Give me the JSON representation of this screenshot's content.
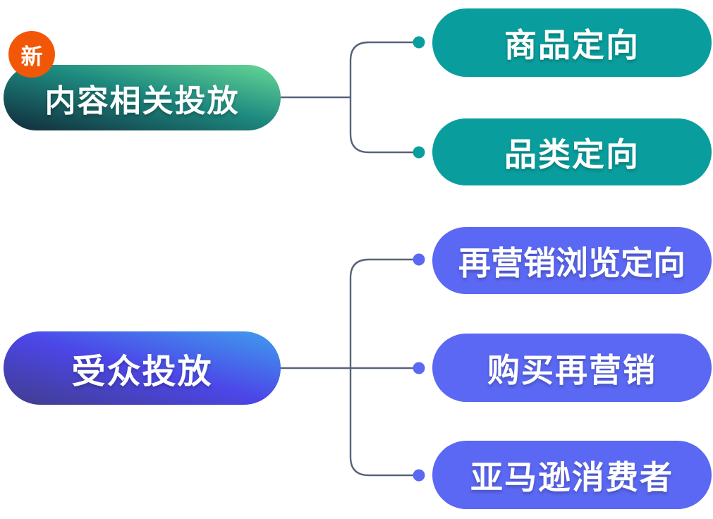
{
  "diagram": {
    "background": "#ffffff",
    "connector_color": "#57637a",
    "groups": [
      {
        "name": "content-related-targeting",
        "badge": {
          "label": "新",
          "color": "#f25708"
        },
        "root": {
          "label": "内容相关投放",
          "gradient": [
            "#112a3a",
            "#1d8a80",
            "#68d996"
          ]
        },
        "accent": "#099e9d",
        "children": [
          {
            "label": "商品定向"
          },
          {
            "label": "品类定向"
          }
        ]
      },
      {
        "name": "audience-targeting",
        "root": {
          "label": "受众投放",
          "gradient": [
            "#413d8c",
            "#4c46e8",
            "#3f9eee"
          ]
        },
        "accent": "#5b68f3",
        "children": [
          {
            "label": "再营销浏览定向"
          },
          {
            "label": "购买再营销"
          },
          {
            "label": "亚马逊消费者"
          }
        ]
      }
    ]
  }
}
